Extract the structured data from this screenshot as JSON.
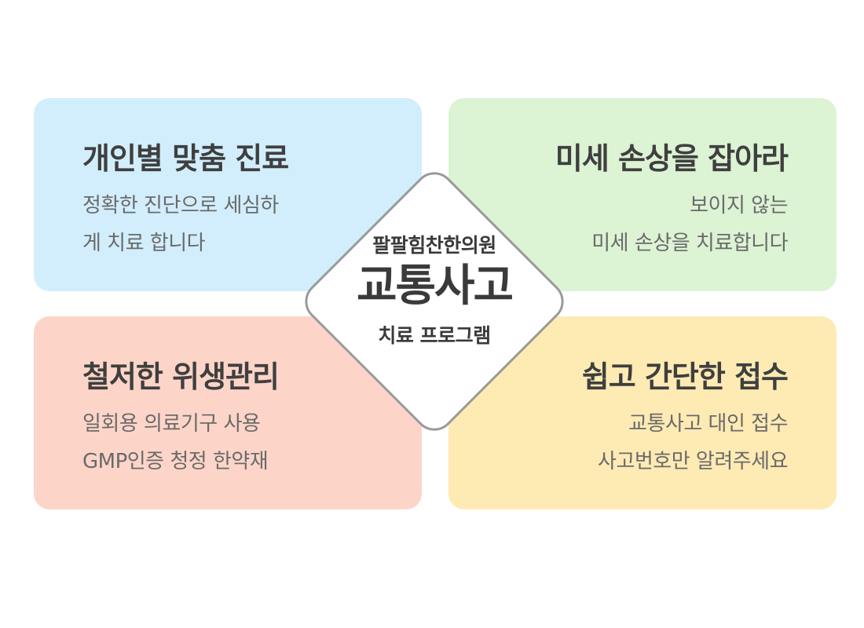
{
  "cards": {
    "top_left": {
      "title": "개인별 맞춤 진료",
      "lines": [
        "정확한 진단으로 세심하",
        "게 치료 합니다"
      ]
    },
    "top_right": {
      "title": "미세 손상을 잡아라",
      "lines": [
        "보이지 않는",
        "미세 손상을 치료합니다"
      ]
    },
    "bottom_left": {
      "title": "철저한 위생관리",
      "lines": [
        "일회용 의료기구 사용",
        "GMP인증 청정 한약재"
      ]
    },
    "bottom_right": {
      "title": "쉽고 간단한 접수",
      "lines": [
        "교통사고 대인 접수",
        "사고번호만 알려주세요"
      ]
    }
  },
  "center": {
    "clinic": "팔팔힘찬한의원",
    "main": "교통사고",
    "sub": "치료 프로그램"
  },
  "colors": {
    "card_blue": "#d2eefc",
    "card_green": "#dcf3d4",
    "card_pink": "#fdd5c8",
    "card_yellow": "#feebb4",
    "diamond_border": "#9a9a9a"
  }
}
